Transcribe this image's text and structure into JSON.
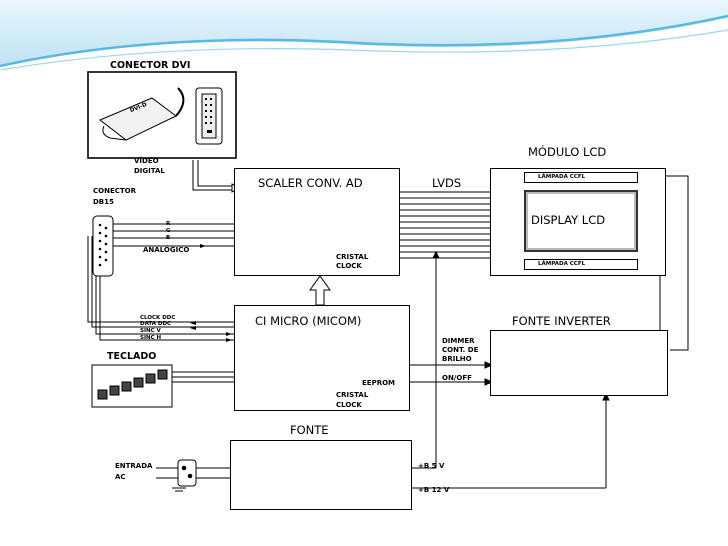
{
  "diagram": {
    "dvi_connector": {
      "title": "CONECTOR DVI",
      "plug_text": "DVI-D"
    },
    "video_digital": {
      "line1": "VÍDEO",
      "line2": "DIGITAL"
    },
    "db15_connector": {
      "line1": "CONECTOR",
      "line2": "DB15"
    },
    "rgb": {
      "r": "R",
      "g": "G",
      "b": "B",
      "analog": "ANALÓGICO"
    },
    "scaler": {
      "title": "SCALER CONV. AD",
      "crystal_line1": "CRISTAL",
      "crystal_line2": "CLOCK"
    },
    "lvds": "LVDS",
    "lcd_module": {
      "title": "MÓDULO LCD",
      "lamp_top": "LÂMPADA CCFL",
      "display": "DISPLAY LCD",
      "lamp_bottom": "LÂMPADA CCFL"
    },
    "ddc_signals": [
      "CLOCK DDC",
      "DATA DDC",
      "SINC V",
      "SINC H"
    ],
    "micro": {
      "title": "CI MICRO (MICOM)",
      "eeprom": "EEPROM",
      "crystal_line1": "CRISTAL",
      "crystal_line2": "CLOCK"
    },
    "keyboard": "TECLADO",
    "inverter": {
      "title": "FONTE INVERTER"
    },
    "dimmer": {
      "line1": "DIMMER",
      "line2": "CONT. DE",
      "line3": "BRILHO"
    },
    "onoff": "ON/OFF",
    "power_supply": {
      "title": "FONTE",
      "input_line1": "ENTRADA",
      "input_line2": "AC",
      "out_5v": "+B 5 V",
      "out_12v": "+B 12 V"
    }
  },
  "colors": {
    "line": "#000000",
    "header_wave": "#5bb7e3",
    "header_light": "#d8eef9",
    "chip": "#2a2a2a"
  }
}
